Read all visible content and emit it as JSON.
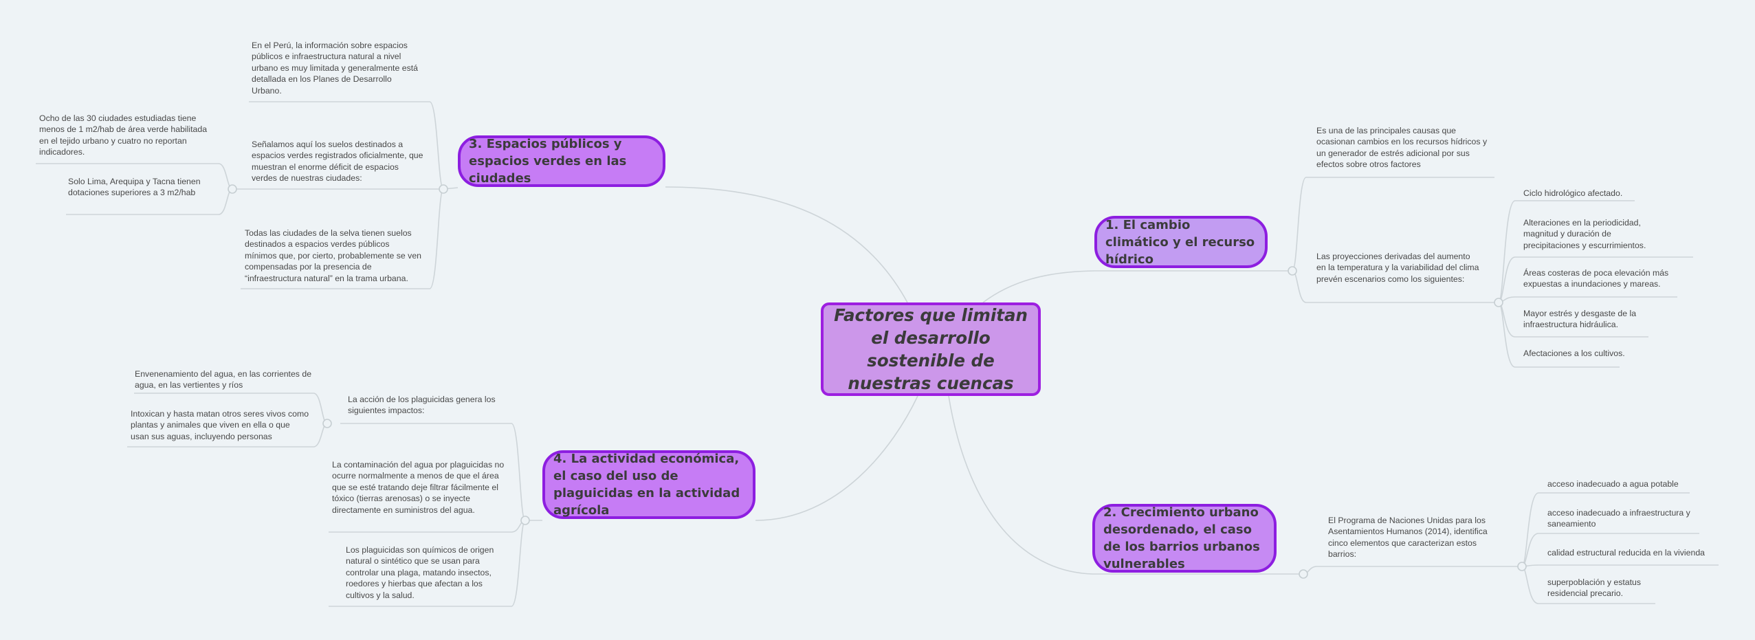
{
  "central": {
    "title": "Factores que limitan el desarrollo sostenible de nuestras cuencas"
  },
  "branch1": {
    "title": "1. El cambio climático y el recurso hídrico",
    "note1": "Es una de las principales causas que ocasionan cambios en los recursos hídricos y un generador de estrés adicional por sus efectos sobre otros factores",
    "note2": "Las proyecciones derivadas del aumento en la temperatura y la variabilidad del clima prevén escenarios como los siguientes:",
    "items": [
      "Ciclo hidrológico afectado.",
      "Alteraciones en la periodicidad, magnitud y duración de precipitaciones y escurrimientos.",
      "Áreas costeras de poca elevación más expuestas a inundaciones y mareas.",
      "Mayor estrés y desgaste de la infraestructura hidráulica.",
      "Afectaciones a los cultivos."
    ]
  },
  "branch2": {
    "title": "2. Crecimiento urbano desordenado, el caso de los barrios urbanos vulnerables",
    "note": "El Programa de Naciones Unidas para los Asentamientos Humanos (2014), identifica cinco elementos que caracterizan estos barrios:",
    "items": [
      "acceso inadecuado a agua potable",
      "acceso inadecuado a infraestructura y saneamiento",
      "calidad estructural reducida en la vivienda",
      "superpoblación y estatus residencial precario."
    ]
  },
  "branch3": {
    "title": "3. Espacios públicos y espacios verdes en las ciudades",
    "note1": "En el Perú, la información sobre espacios públicos e infraestructura natural a nivel urbano es muy limitada y generalmente está detallada en los Planes de Desarrollo Urbano.",
    "note2": "Señalamos aquí los suelos destinados a espacios verdes registrados oficialmente, que muestran el enorme déficit de espacios verdes de nuestras ciudades:",
    "note3": "Todas las ciudades de la selva tienen suelos destinados a espacios verdes públicos mínimos que, por cierto, probablemente se ven compensadas por la presencia de “infraestructura natural” en la trama urbana.",
    "sub1": "Ocho de las 30 ciudades estudiadas tiene menos de 1 m2/hab de área verde habilitada en el tejido urbano y cuatro no reportan indicadores.",
    "sub2": "Solo Lima, Arequipa y Tacna tienen dotaciones superiores a 3 m2/hab"
  },
  "branch4": {
    "title": "4. La actividad económica, el caso del uso de plaguicidas en la actividad agrícola",
    "note1": "La acción de los plaguicidas genera los siguientes impactos:",
    "note2": "La contaminación del agua por plaguicidas no ocurre normalmente a menos de que el área que se esté tratando deje filtrar fácilmente el tóxico (tierras arenosas) o se inyecte directamente en suministros del agua.",
    "note3": "Los plaguicidas son químicos de origen natural o sintético que se usan para controlar  una plaga, matando insectos, roedores y hierbas que afectan a los cultivos y la salud.",
    "sub1": "Envenenamiento del agua, en las corrientes de agua, en las vertientes y ríos",
    "sub2": "Intoxican y hasta matan otros seres vivos como plantas y animales que viven en ella o que usan sus aguas, incluyendo personas"
  },
  "colors": {
    "background": "#eef3f6",
    "central_fill": "#cc97ea",
    "central_border": "#9d1fe0",
    "branch_fill": "#c67cf5",
    "branch_border": "#8d1ee0",
    "connector": "#cfd6da"
  }
}
